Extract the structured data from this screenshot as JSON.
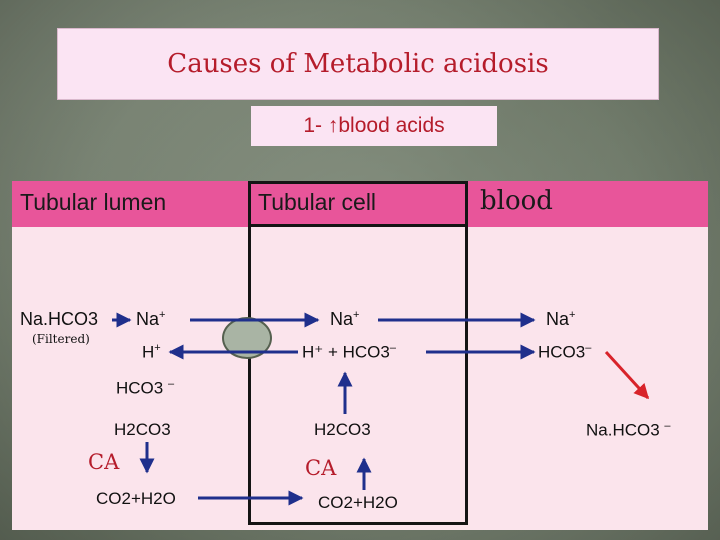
{
  "title": "Causes of Metabolic acidosis",
  "subtitle": "1- ↑blood  acids",
  "headers": {
    "lumen": "Tubular lumen",
    "cell": "Tubular cell",
    "blood": "blood"
  },
  "lumen": {
    "nahco3": "Na.HCO3",
    "filtered": "(Filtered)",
    "na": "Na",
    "h": "H",
    "hco3": "HCO3",
    "h2co3": "H2CO3",
    "ca": "CA",
    "co2_h2o": "CO2+H2O"
  },
  "cell": {
    "na": "Na",
    "h_plus_hco3": "H⁺ + HCO3",
    "h2co3": "H2CO3",
    "ca": "CA",
    "co2_h2o": "CO2+H2O"
  },
  "blood": {
    "na": "Na",
    "hco3": "HCO3",
    "nahco3": "Na.HCO3"
  },
  "symbols": {
    "plus": "+",
    "minus": "–"
  },
  "colors": {
    "title_text": "#b51c2b",
    "header_band": "#e8559a",
    "content_bg": "#fbe4ec",
    "arrow_blue": "#1f2f8c",
    "arrow_red": "#d8232a"
  }
}
